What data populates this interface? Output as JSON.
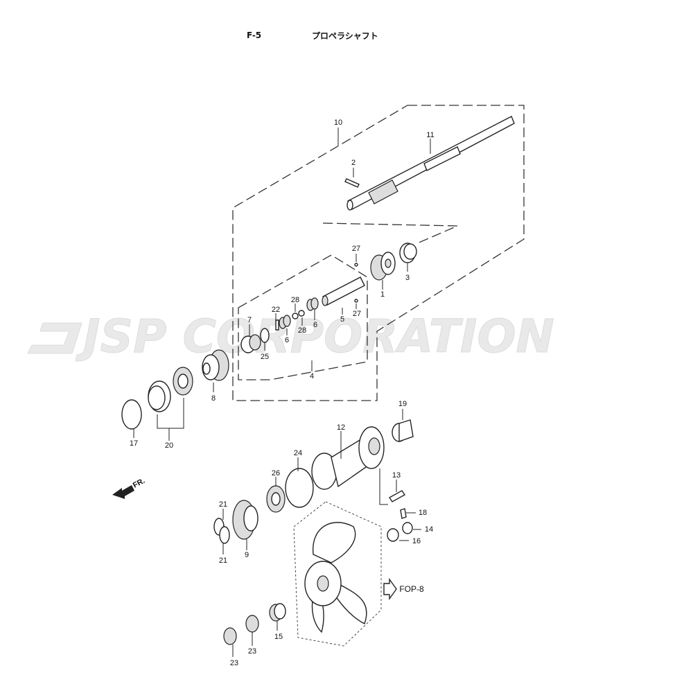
{
  "header": {
    "code": "F-5",
    "title": "プロペラシャフト"
  },
  "watermark": "JSP CORPORATION",
  "direction_label": "FR.",
  "reference_label": "FOP-8",
  "callouts": [
    "10",
    "11",
    "2",
    "27",
    "3",
    "1",
    "28",
    "22",
    "5",
    "27",
    "7",
    "6",
    "28",
    "6",
    "25",
    "4",
    "8",
    "19",
    "17",
    "20",
    "12",
    "24",
    "26",
    "13",
    "21",
    "18",
    "14",
    "9",
    "21",
    "16",
    "15",
    "23",
    "23"
  ]
}
